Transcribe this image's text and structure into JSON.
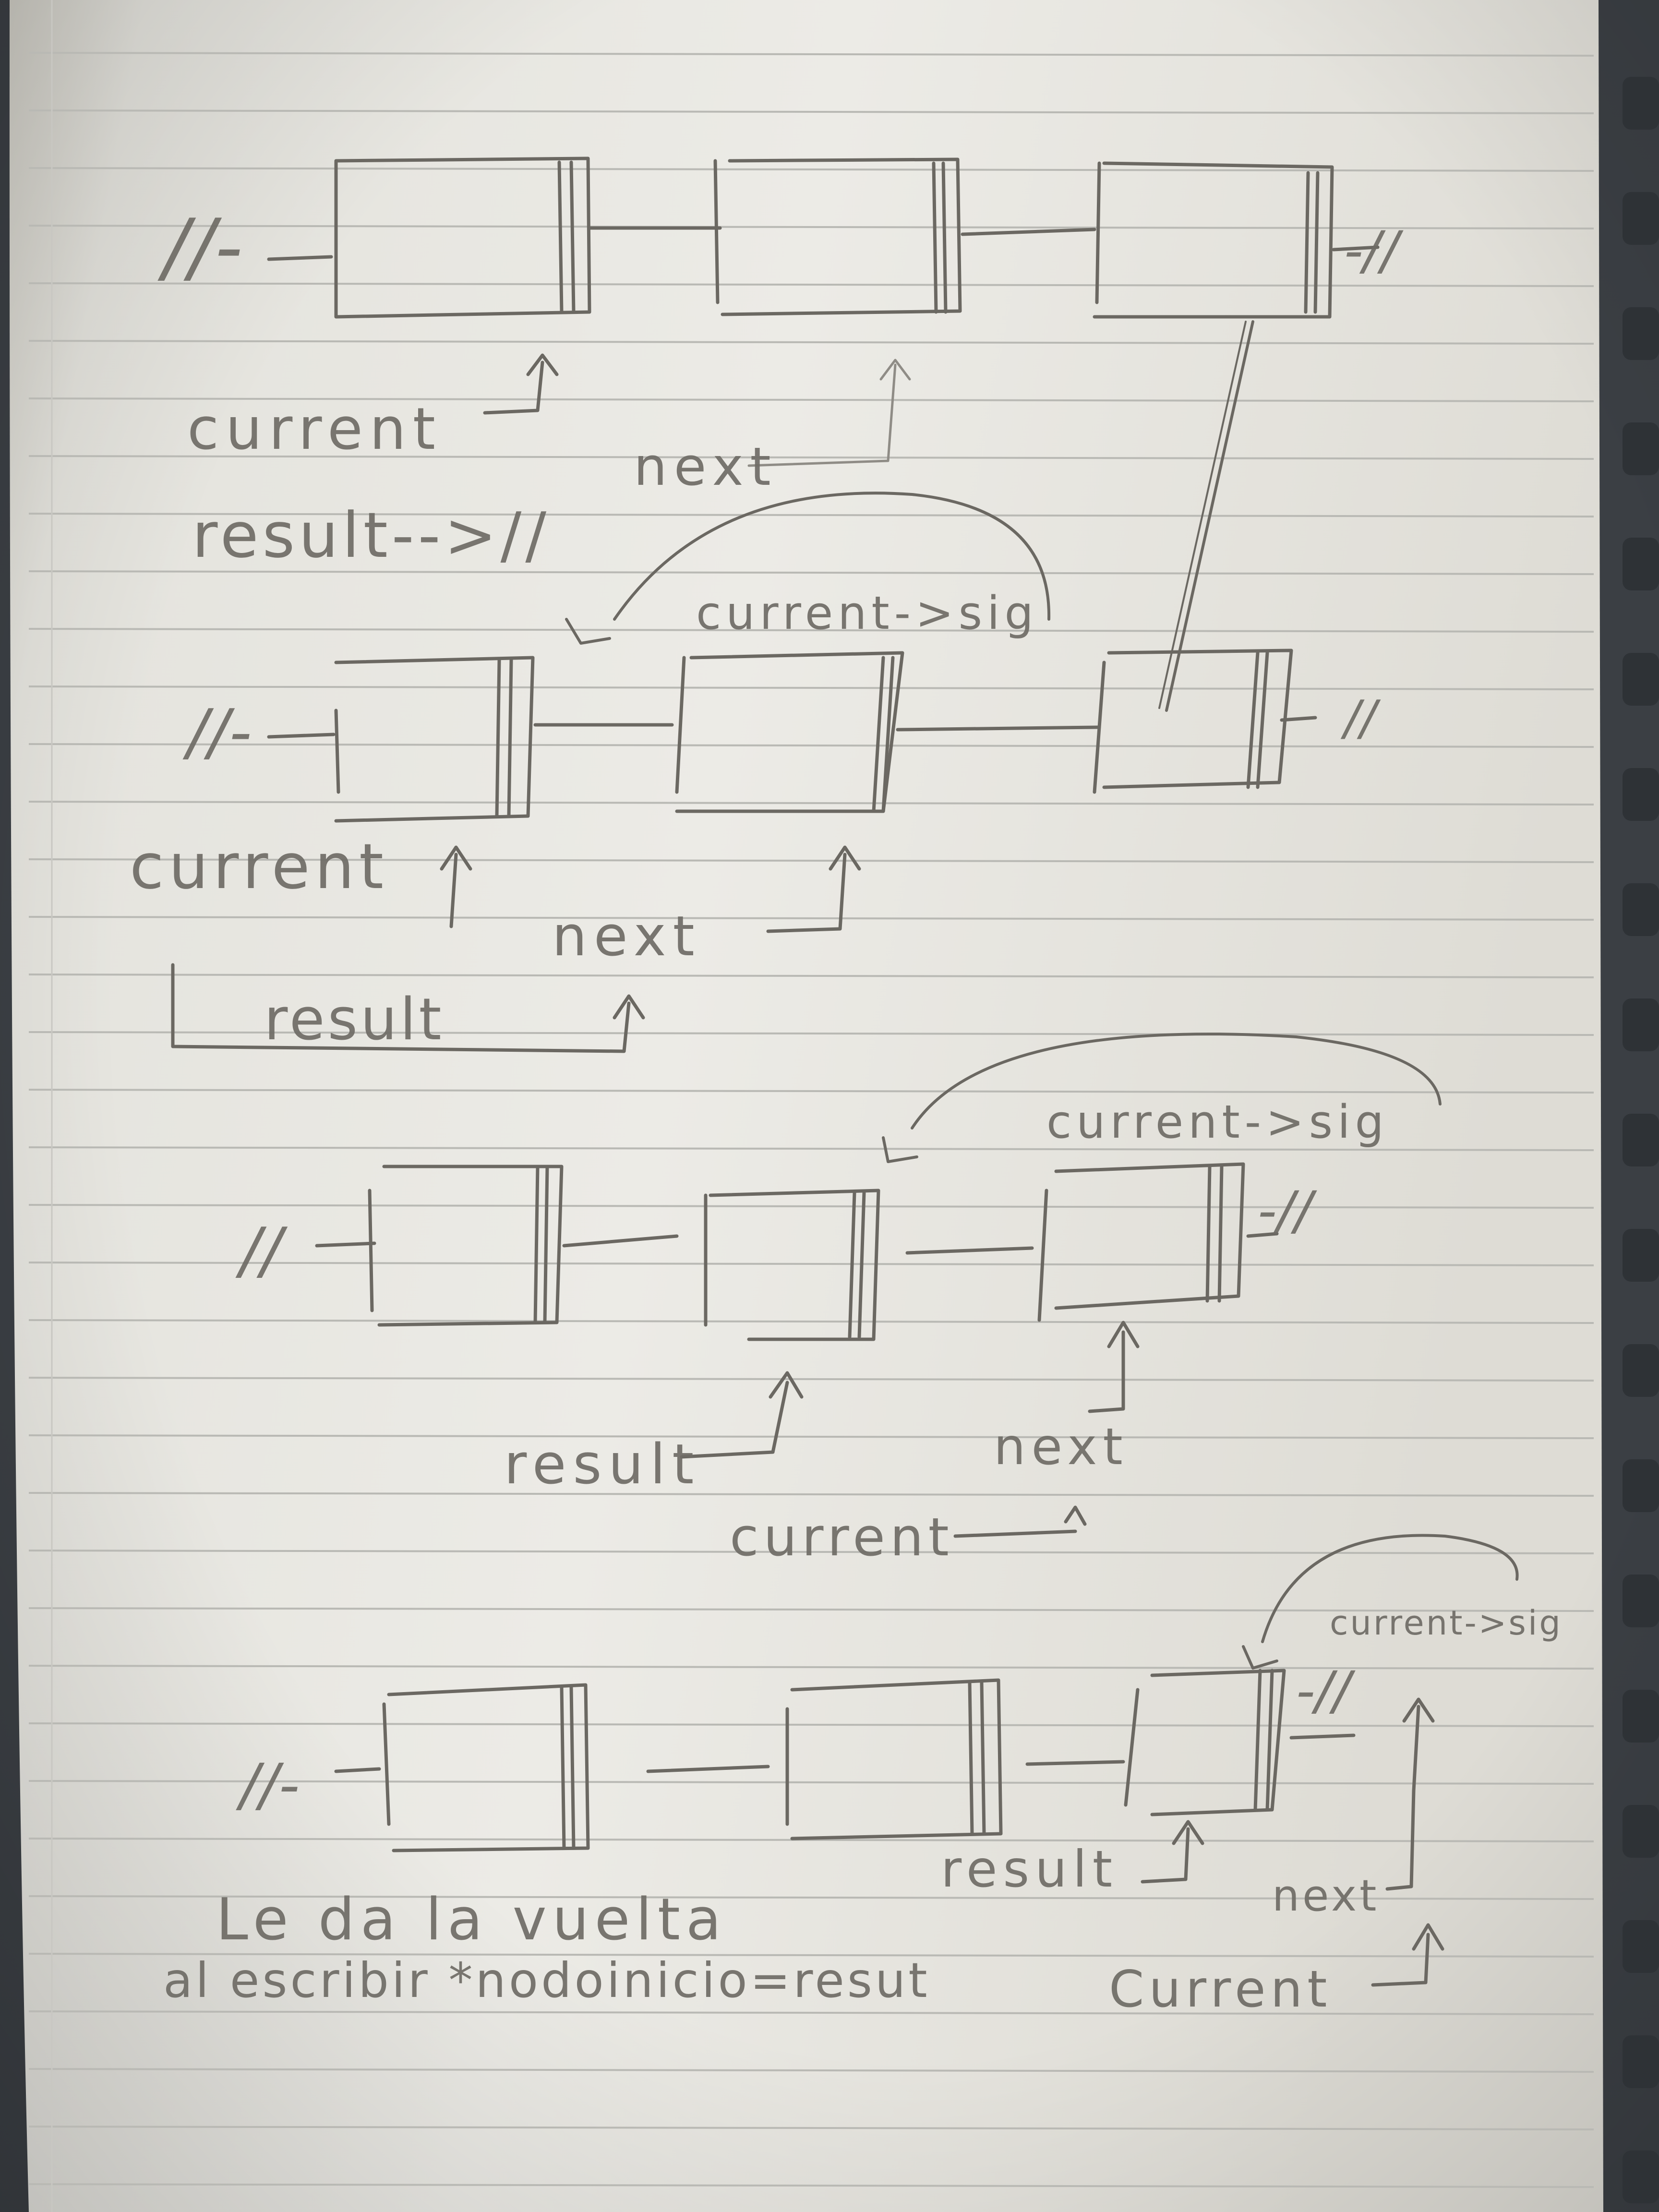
{
  "colors": {
    "paper": "#e9e8e2",
    "paper_shadow": "#cfcdc5",
    "rule_line": "#b9b9b4",
    "margin_line": "#c8c7c2",
    "pencil": "#6b6862",
    "background": "#3b3f44",
    "spiral": "#2e3236"
  },
  "diagrams": [
    {
      "id": "step-1",
      "null_left": "//-",
      "null_right": "-//",
      "labels": {
        "current": "current",
        "next": "next",
        "result": "result-->//"
      }
    },
    {
      "id": "step-2",
      "null_left": "//-",
      "null_right": "//",
      "labels": {
        "current_sig": "current->sig",
        "current": "current",
        "next": "next",
        "result": "result"
      }
    },
    {
      "id": "step-3",
      "null_left": "//",
      "null_right": "-//",
      "labels": {
        "current_sig": "current->sig",
        "result": "result",
        "next": "next",
        "current": "current"
      }
    },
    {
      "id": "step-4",
      "null_left": "//-",
      "null_right": "-//",
      "labels": {
        "current_sig": "current->sig",
        "result": "result",
        "next": "next",
        "current": "Current"
      }
    }
  ],
  "footnote": {
    "line1": "Le da la vuelta",
    "line2": "al escribir *nodoinicio=resut"
  }
}
